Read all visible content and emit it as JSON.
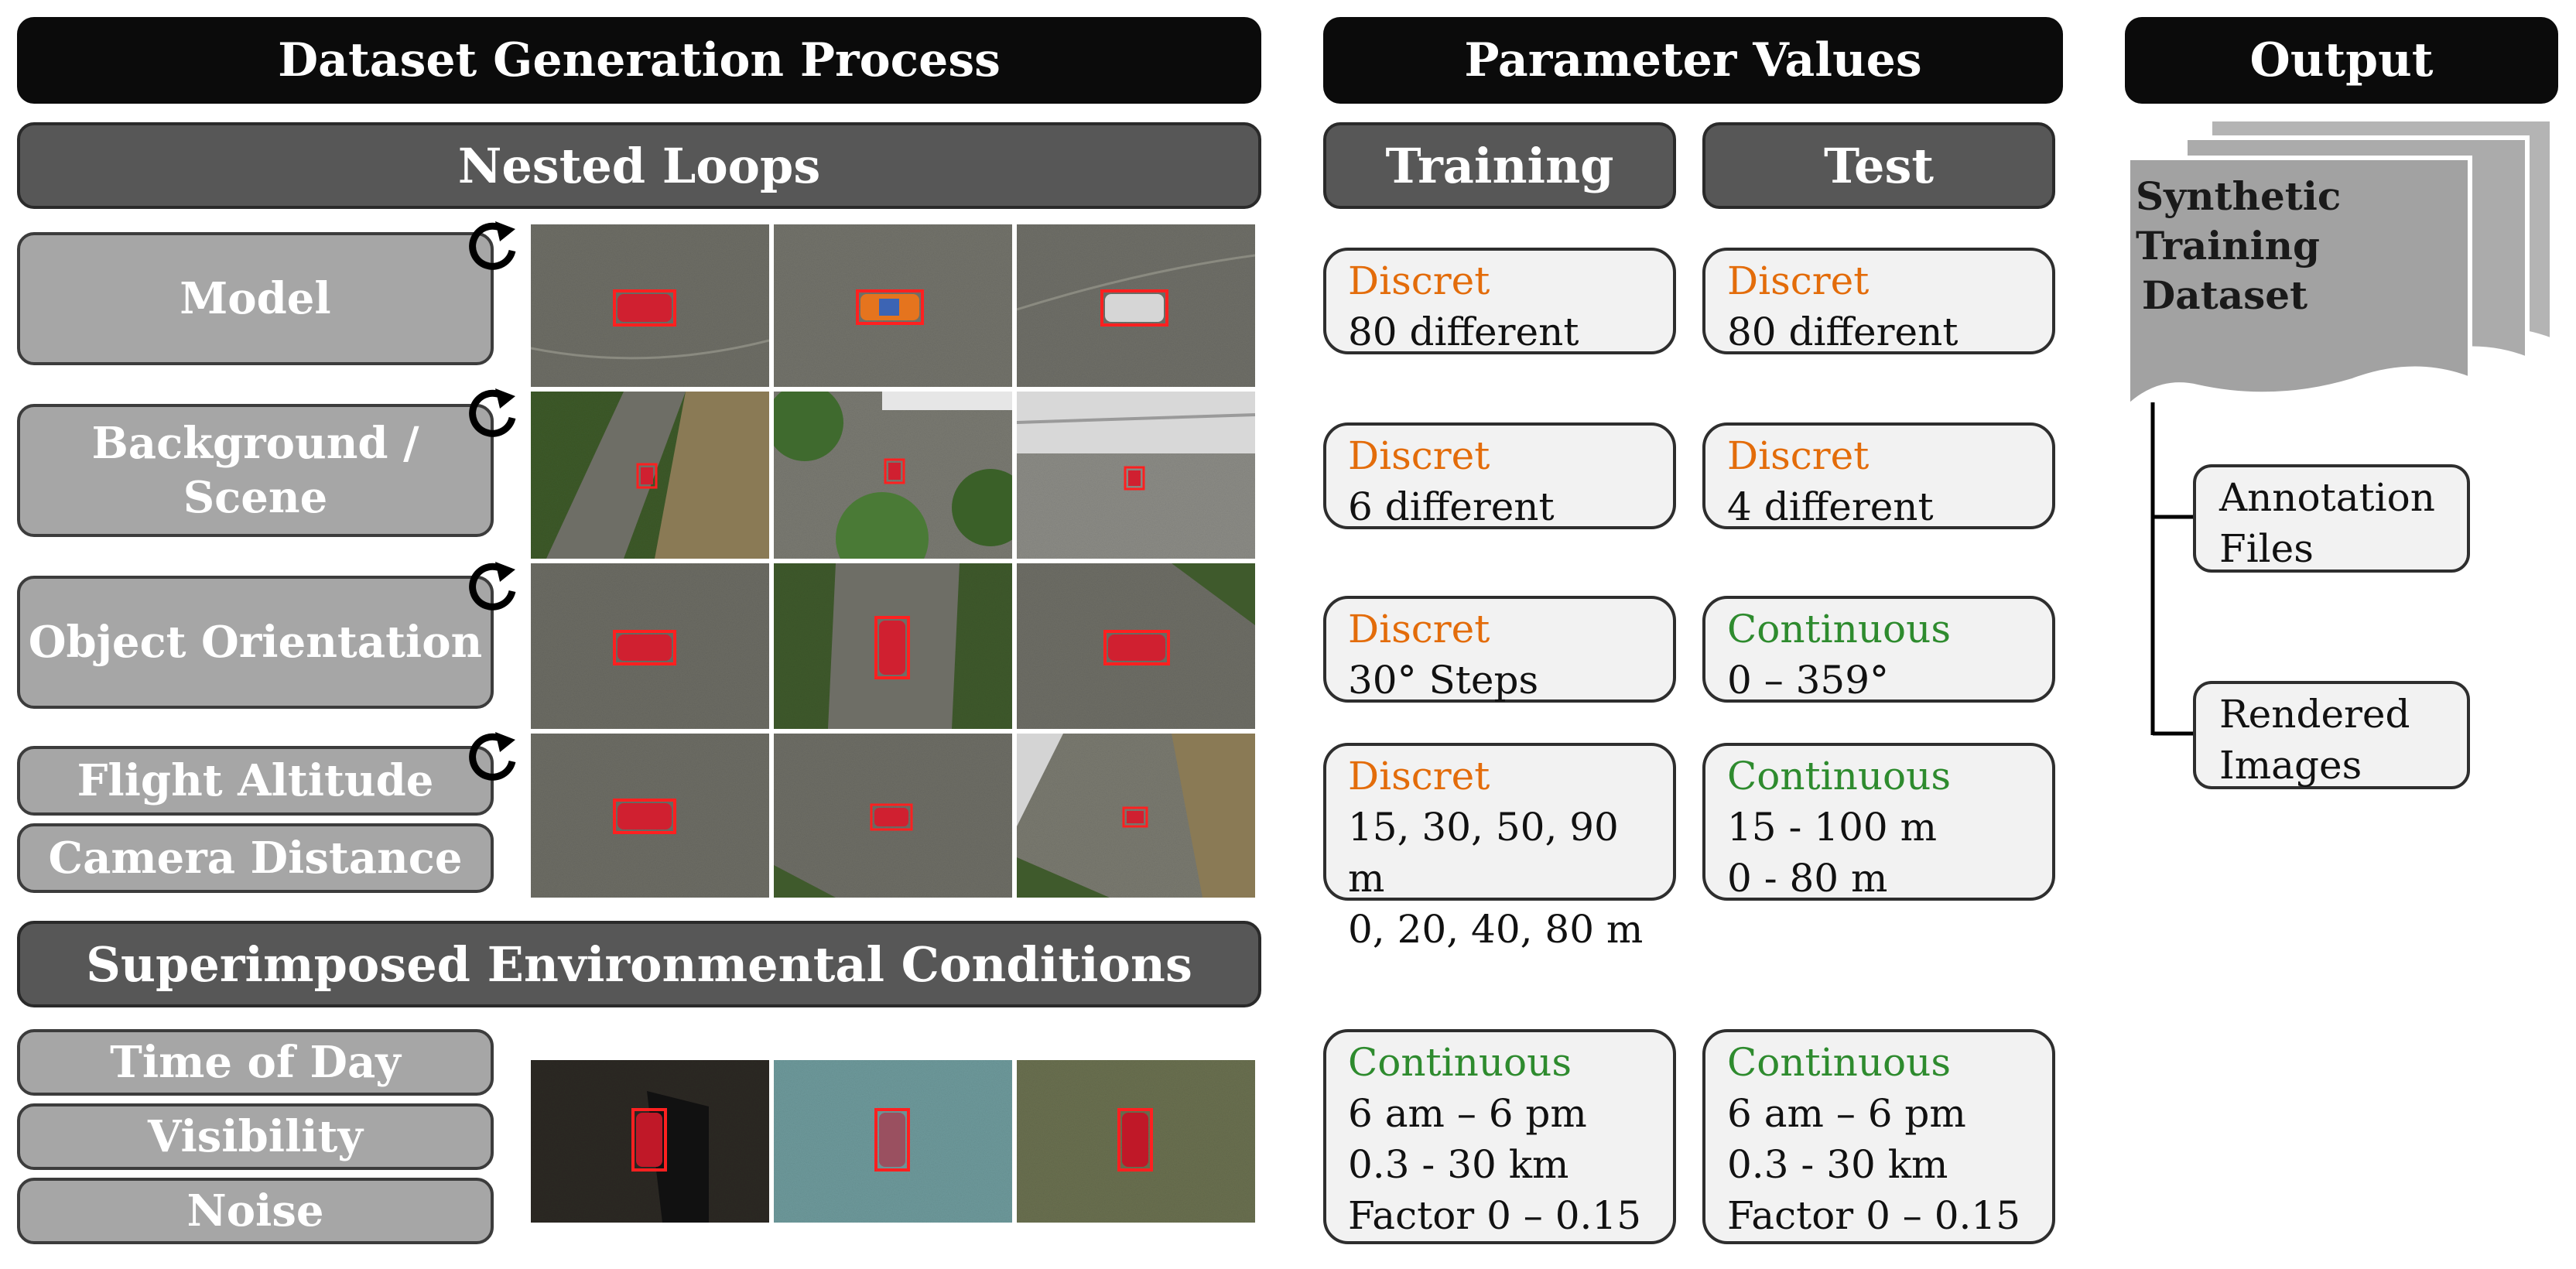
{
  "headers": {
    "process": "Dataset Generation Process",
    "parameters": "Parameter Values",
    "output": "Output",
    "nested_loops": "Nested Loops",
    "training": "Training",
    "test": "Test",
    "environmental": "Superimposed Environmental Conditions"
  },
  "loops": {
    "model": "Model",
    "background_line1": "Background /",
    "background_line2": "Scene",
    "orientation": "Object Orientation",
    "altitude": "Flight Altitude",
    "distance": "Camera Distance",
    "time": "Time of Day",
    "visibility": "Visibility",
    "noise": "Noise"
  },
  "cards": {
    "model_train": {
      "kind": "Discret",
      "lines": [
        "80 different"
      ]
    },
    "model_test": {
      "kind": "Discret",
      "lines": [
        "80 different"
      ]
    },
    "bg_train": {
      "kind": "Discret",
      "lines": [
        "6 different"
      ]
    },
    "bg_test": {
      "kind": "Discret",
      "lines": [
        "4 different"
      ]
    },
    "orient_train": {
      "kind": "Discret",
      "lines": [
        "30° Steps"
      ]
    },
    "orient_test": {
      "kind": "Continuous",
      "lines": [
        "0 – 359°"
      ]
    },
    "alt_train": {
      "kind": "Discret",
      "lines": [
        "15, 30, 50, 90 m",
        "0, 20, 40, 80 m"
      ]
    },
    "alt_test": {
      "kind": "Continuous",
      "lines": [
        "15 - 100 m",
        "0 - 80 m"
      ]
    },
    "env_train": {
      "kind": "Continuous",
      "lines": [
        "6 am – 6 pm",
        "0.3 - 30 km",
        "Factor 0 – 0.15"
      ]
    },
    "env_test": {
      "kind": "Continuous",
      "lines": [
        "6 am – 6 pm",
        "0.3 - 30 km",
        "Factor 0 – 0.15"
      ]
    }
  },
  "output": {
    "dataset_line1": "Synthetic",
    "dataset_line2": "Training",
    "dataset_line3": "Dataset",
    "annotation_line1": "Annotation",
    "annotation_line2": "Files",
    "rendered_line1": "Rendered",
    "rendered_line2": "Images"
  },
  "colors": {
    "discret": "#e36c0a",
    "continuous": "#2e8b2e",
    "header_black": "#0b0b0b",
    "header_dark": "#575757",
    "loop_gray": "#a6a6a6",
    "card_bg": "#f2f2f2",
    "bbox_red": "#ff2020"
  },
  "icons": {
    "loop": "loop-arrow-icon"
  }
}
